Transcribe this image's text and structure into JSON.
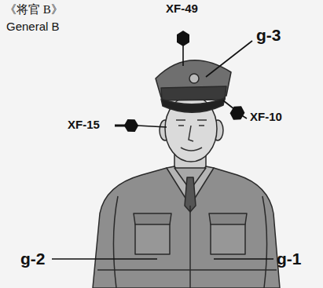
{
  "diagram": {
    "labels": [
      "《将官 B》",
      "General B",
      "XF-49",
      "g-3",
      "XF-10",
      "XF-15",
      "g-2",
      "g-1"
    ]
  }
}
